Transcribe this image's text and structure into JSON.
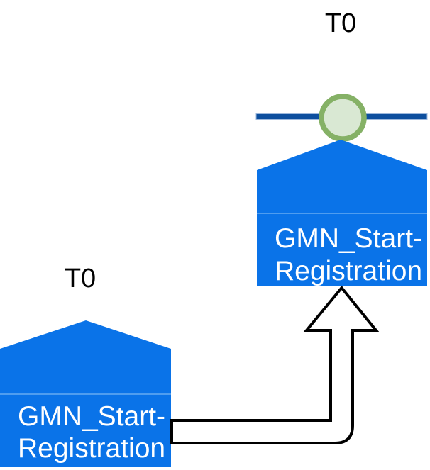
{
  "colors": {
    "background": "#ffffff",
    "node_fill": "#0a73e8",
    "node_divider": "#66abf1",
    "node_text": "#ffffff",
    "timeline_line_fill": "#0d4f9e",
    "timeline_line_edge": "#9db8dc",
    "event_circle_ring": "#85b166",
    "event_circle_fill": "#d9e8d3",
    "arrow_fill": "#ffffff",
    "arrow_stroke": "#000000",
    "time_label_color": "#000000"
  },
  "timeline": {
    "time_label": "T0"
  },
  "nodes": {
    "left": {
      "time_label": "T0",
      "label": "GMN_Start-Registration",
      "label_line1": "GMN_Start-",
      "label_line2": "Registration"
    },
    "right": {
      "label": "GMN_Start-Registration",
      "label_line1": "GMN_Start-",
      "label_line2": "Registration"
    }
  }
}
